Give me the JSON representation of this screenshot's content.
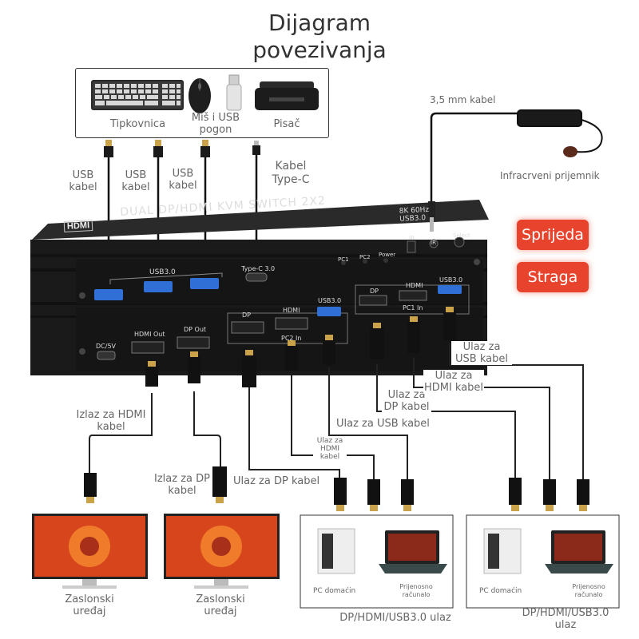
{
  "title": {
    "line1": "Dijagram",
    "line2": "povezivanja"
  },
  "peripherals": {
    "keyboard": "Tipkovnica",
    "mouse_usb": "Miš i USB pogon",
    "printer": "Pisač"
  },
  "cables_top": {
    "usb1": "USB kabel",
    "usb2": "USB kabel",
    "usb3": "USB kabel",
    "typec": "Kabel Type-C",
    "audio": "3,5 mm kabel",
    "ir_receiver": "Infracrveni prijemnik"
  },
  "device": {
    "logo": "HDMI",
    "name": "DUAL DP/HDMI KVM SWITCH 2X2",
    "spec": "8K 60Hz USB3.0",
    "usb30": "USB3.0",
    "typec_port": "Type-C 3.0",
    "pc1": "PC1",
    "pc2": "PC2",
    "power": "Power",
    "ir1": "IR",
    "ir2": "IR",
    "select": "Select",
    "dc": "DC/5V",
    "hdmi_out": "HDMI Out",
    "dp_out": "DP Out",
    "pc2_dp": "DP",
    "pc2_hdmi": "HDMI",
    "pc2_usb": "USB3.0",
    "pc2_in": "PC2 In",
    "pc1_dp": "DP",
    "pc1_hdmi": "HDMI",
    "pc1_usb": "USB3.0",
    "pc1_in": "PC1 In"
  },
  "buttons": {
    "front": "Sprijeda",
    "back": "Straga"
  },
  "cables_bottom": {
    "hdmi_out": "Izlaz za HDMI kabel",
    "dp_out": "Izlaz za DP kabel",
    "dp_in_left": "Ulaz za DP kabel",
    "hdmi_in_left": "Ulaz za HDMI kabel",
    "usb_in_left": "Ulaz za USB kabel",
    "dp_in_right": "Ulaz za DP kabel",
    "hdmi_in_right": "Ulaz za HDMI kabel",
    "usb_in_right": "Ulaz za USB kabel"
  },
  "monitors": {
    "left": "Zaslonski uređaj",
    "right": "Zaslonski uređaj"
  },
  "pcs": {
    "left_desktop": "PC domaćin",
    "left_laptop": "Prijenosno računalo",
    "left_caption": "DP/HDMI/USB3.0 ulaz",
    "right_desktop": "PC domaćin",
    "right_laptop": "Prijenosno računalo",
    "right_caption": "DP/HDMI/USB3.0 ulaz"
  },
  "colors": {
    "accent_red": "#e8432c",
    "device_body": "#1c1c1c",
    "port_blue": "#2f6fd6"
  }
}
